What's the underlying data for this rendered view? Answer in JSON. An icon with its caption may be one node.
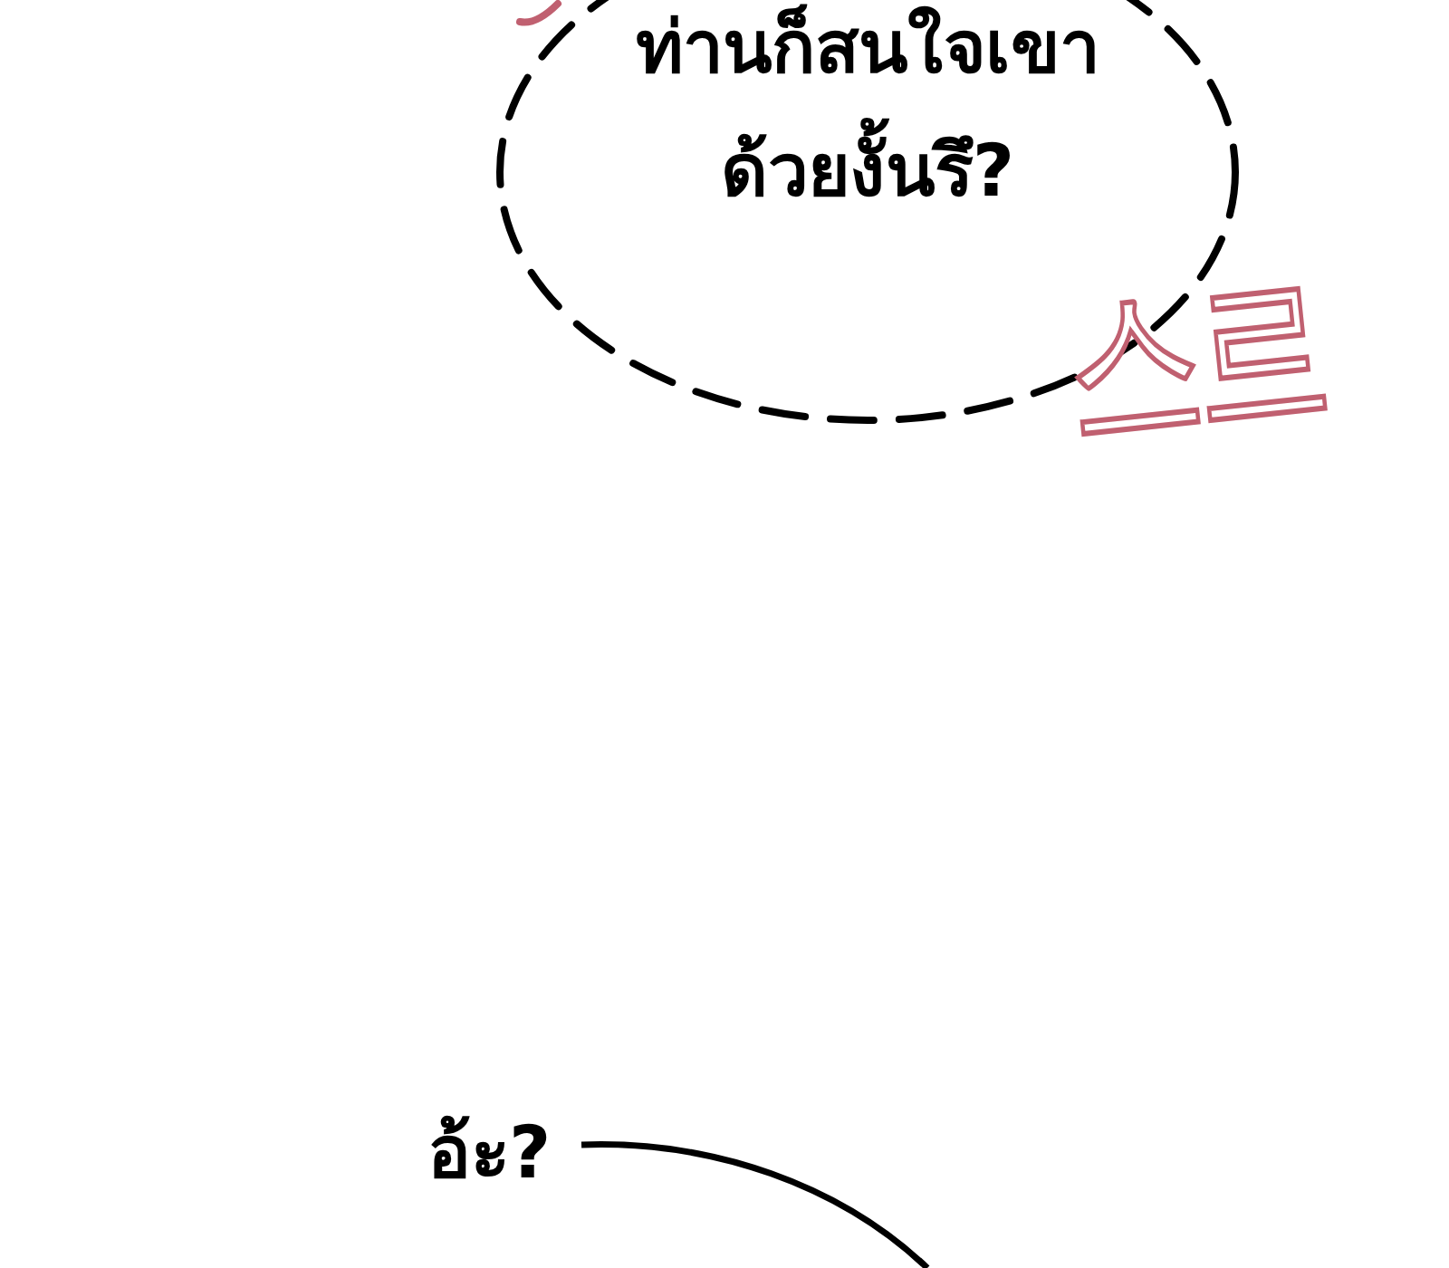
{
  "diagram": {
    "nodes": [
      {
        "text": [
          "ท่านก็สนใจเขาด้วยงั้นรึ?"
        ]
      },
      {
        "text": [],
        "shape": "circle"
      }
    ],
    "labels": [
      "스르",
      "อ้ะ?"
    ]
  }
}
